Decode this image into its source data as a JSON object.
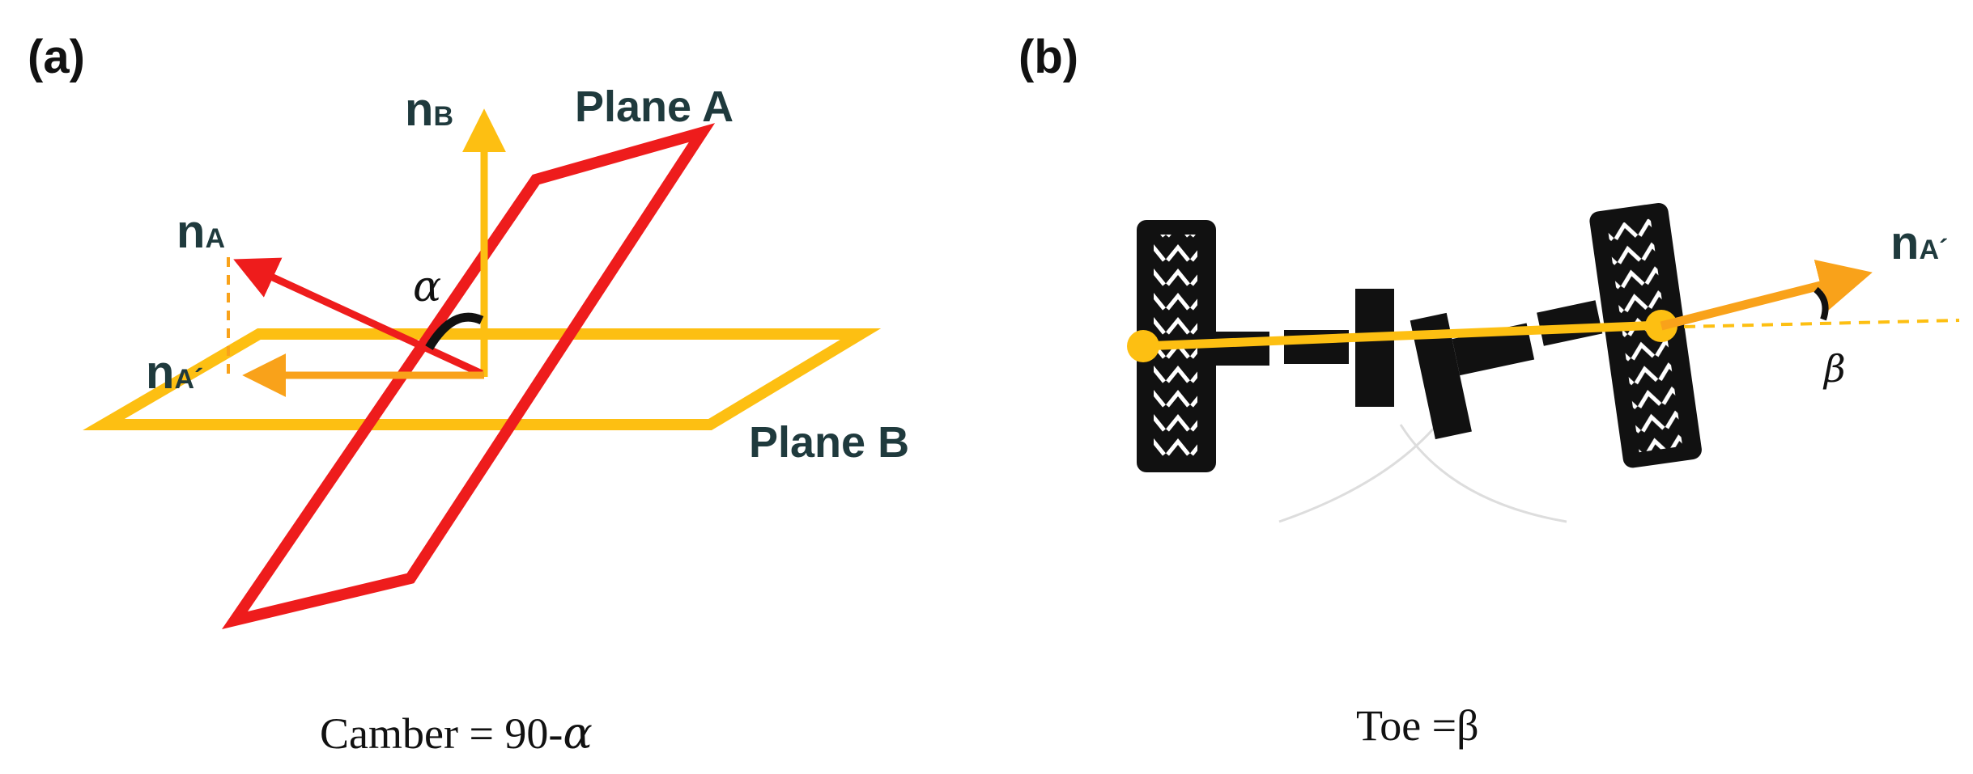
{
  "panel_a": {
    "label": "(a)",
    "plane_a_label": "Plane A",
    "plane_b_label": "Plane B",
    "nb_main": "n",
    "nb_sub": "B",
    "na_main": "n",
    "na_sub": "A",
    "naprime_main": "n",
    "naprime_sub": "A´",
    "alpha": "α",
    "caption_text": "Camber = 90-",
    "caption_symbol": "α"
  },
  "panel_b": {
    "label": "(b)",
    "naprime_main": "n",
    "naprime_sub": "A´",
    "beta": "β",
    "caption": "Toe =β"
  },
  "colors": {
    "red": "#ee1c1c",
    "yellow": "#fdbf12",
    "orange": "#f9a21a",
    "dark": "#111111",
    "label": "#1f3a3d"
  }
}
